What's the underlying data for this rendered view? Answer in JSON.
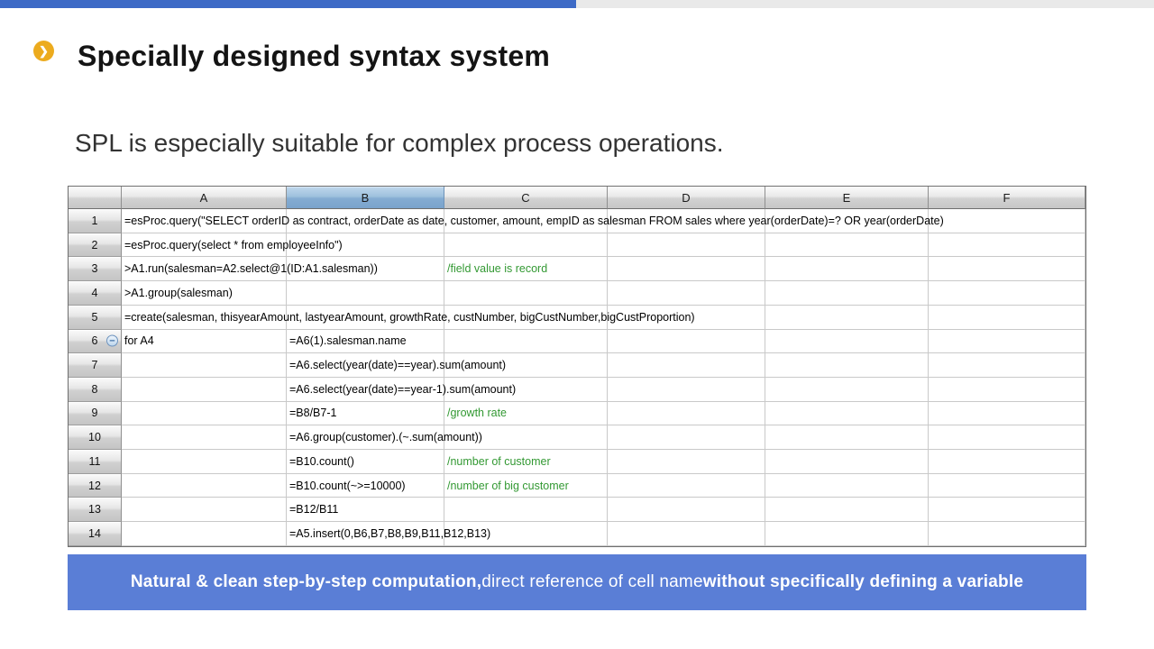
{
  "top_bar": {
    "accent_color": "#3d6ac6",
    "secondary_color": "#e9e9e9"
  },
  "header": {
    "title": "Specially designed syntax system",
    "bullet_glyph": "❯",
    "bullet_color": "#ecab1e"
  },
  "subtitle": "SPL is especially suitable for complex process operations.",
  "spreadsheet": {
    "corner_label": "",
    "columns": [
      "A",
      "B",
      "C",
      "D",
      "E",
      "F"
    ],
    "selected_column": "B",
    "comment_color": "#339933",
    "rows": [
      {
        "n": "1",
        "cells": {
          "A": "=esProc.query(\"SELECT orderID as contract, orderDate as date, customer, amount, empID as salesman FROM sales where year(orderDate)=? OR year(orderDate)"
        }
      },
      {
        "n": "2",
        "cells": {
          "A": "=esProc.query(select * from employeeInfo\")"
        }
      },
      {
        "n": "3",
        "cells": {
          "A": ">A1.run(salesman=A2.select@1(ID:A1.salesman))",
          "C": "/field value is record"
        }
      },
      {
        "n": "4",
        "cells": {
          "A": ">A1.group(salesman)"
        }
      },
      {
        "n": "5",
        "cells": {
          "A": "=create(salesman, thisyearAmount, lastyearAmount, growthRate, custNumber, bigCustNumber,bigCustProportion)"
        }
      },
      {
        "n": "6",
        "collapse": true,
        "cells": {
          "A": "for A4",
          "B": "=A6(1).salesman.name"
        }
      },
      {
        "n": "7",
        "cells": {
          "B": "=A6.select(year(date)==year).sum(amount)"
        }
      },
      {
        "n": "8",
        "cells": {
          "B": "=A6.select(year(date)==year-1).sum(amount)"
        }
      },
      {
        "n": "9",
        "cells": {
          "B": "=B8/B7-1",
          "C": "/growth rate"
        }
      },
      {
        "n": "10",
        "cells": {
          "B": "=A6.group(customer).(~.sum(amount))"
        }
      },
      {
        "n": "11",
        "cells": {
          "B": "=B10.count()",
          "C": "/number of customer"
        }
      },
      {
        "n": "12",
        "cells": {
          "B": "=B10.count(~>=10000)",
          "C": "/number of big customer"
        }
      },
      {
        "n": "13",
        "cells": {
          "B": "=B12/B11"
        }
      },
      {
        "n": "14",
        "cells": {
          "B": "=A5.insert(0,B6,B7,B8,B9,B11,B12,B13)"
        }
      }
    ]
  },
  "banner": {
    "background": "#5a7ed6",
    "segments": [
      {
        "text": "Natural & clean step-by-step computation,",
        "bold": true
      },
      {
        "text": " direct reference of cell name ",
        "bold": false
      },
      {
        "text": "without specifically defining a variable",
        "bold": true
      }
    ]
  }
}
